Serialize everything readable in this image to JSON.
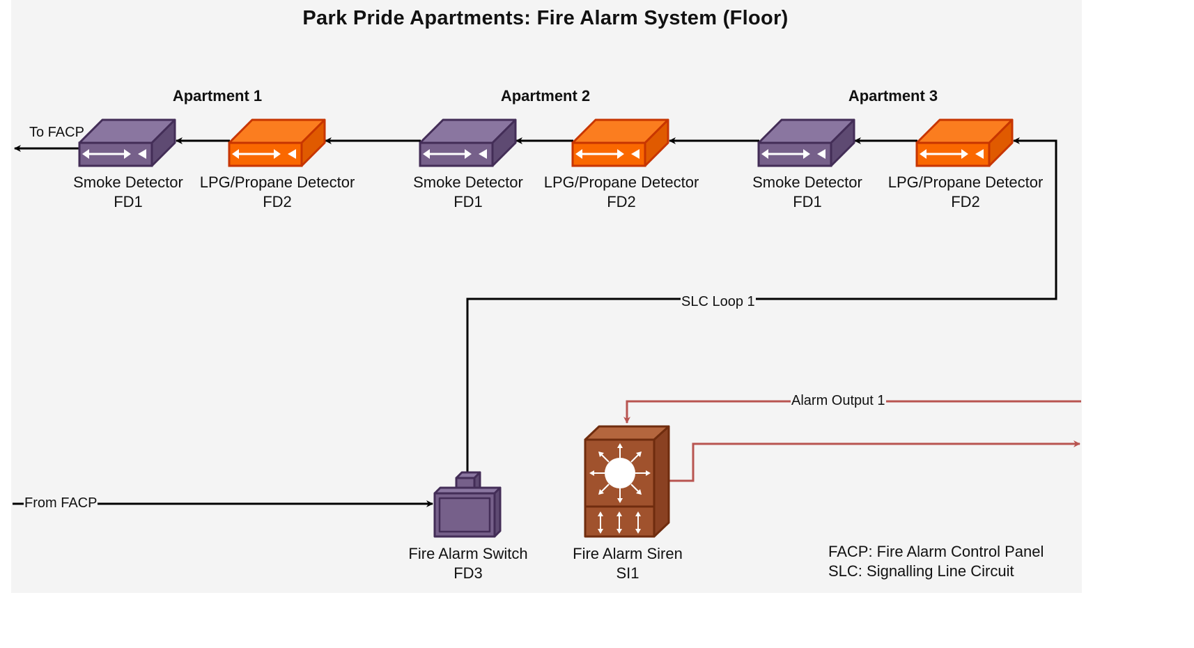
{
  "title": "Park Pride Apartments: Fire Alarm System (Floor)",
  "apartments": [
    {
      "label": "Apartment 1"
    },
    {
      "label": "Apartment 2"
    },
    {
      "label": "Apartment 3"
    }
  ],
  "devices": {
    "a1_smoke": {
      "name": "Smoke Detector",
      "id": "FD1"
    },
    "a1_lpg": {
      "name": "LPG/Propane Detector",
      "id": "FD2"
    },
    "a2_smoke": {
      "name": "Smoke Detector",
      "id": "FD1"
    },
    "a2_lpg": {
      "name": "LPG/Propane Detector",
      "id": "FD2"
    },
    "a3_smoke": {
      "name": "Smoke Detector",
      "id": "FD1"
    },
    "a3_lpg": {
      "name": "LPG/Propane Detector",
      "id": "FD2"
    },
    "switch": {
      "name": "Fire Alarm Switch",
      "id": "FD3"
    },
    "siren": {
      "name": "Fire Alarm Siren",
      "id": "SI1"
    }
  },
  "edges": {
    "to_facp": "To FACP",
    "from_facp": "From FACP",
    "slc_loop": "SLC Loop 1",
    "alarm_output": "Alarm Output 1"
  },
  "legend": {
    "line1": "FACP: Fire Alarm Control Panel",
    "line2": "SLC: Signalling Line Circuit"
  },
  "colors": {
    "smoke_detector": "#76608a",
    "lpg_detector": "#fa6800",
    "siren": "#a0522d",
    "alarm_line": "#b85450",
    "slc_line": "#000000",
    "background": "#f4f4f4"
  }
}
